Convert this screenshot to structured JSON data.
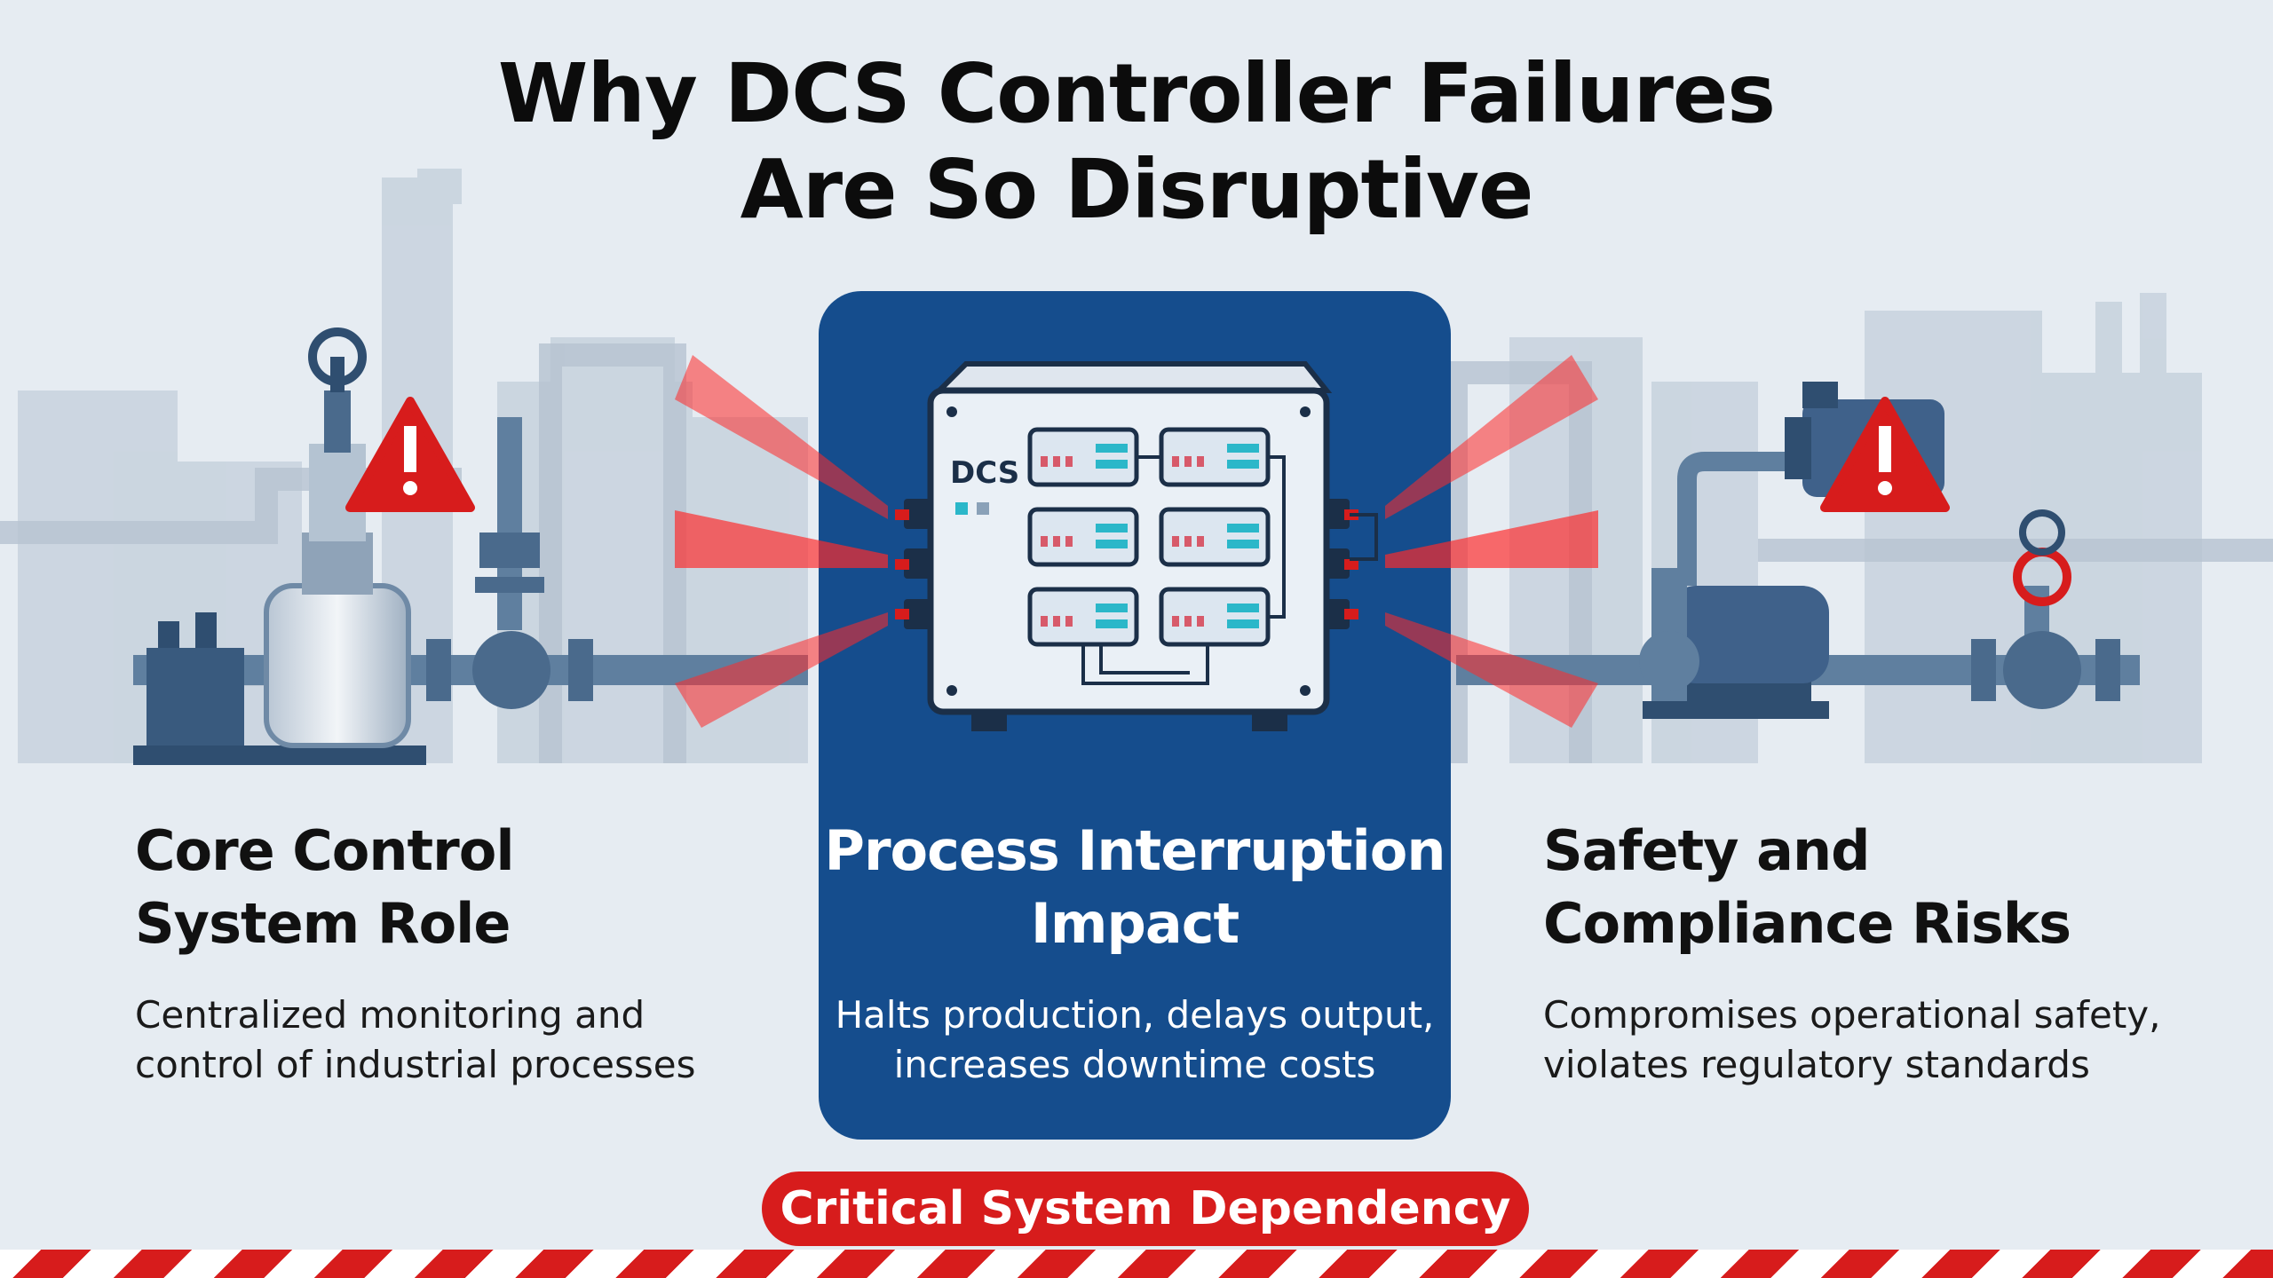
{
  "title": {
    "line1": "Why DCS Controller Failures",
    "line2": "Are So Disruptive"
  },
  "controller": {
    "label": "DCS"
  },
  "columns": {
    "left": {
      "heading_line1": "Core Control",
      "heading_line2": "System Role",
      "body_line1": "Centralized monitoring and",
      "body_line2": "control of industrial processes"
    },
    "center": {
      "heading_line1": "Process Interruption",
      "heading_line2": "Impact",
      "body_line1": "Halts production, delays output,",
      "body_line2": "increases downtime costs"
    },
    "right": {
      "heading_line1": "Safety and",
      "heading_line2": "Compliance Risks",
      "body_line1": "Compromises operational safety,",
      "body_line2": "violates regulatory standards"
    }
  },
  "banner": {
    "label": "Critical System Dependency"
  },
  "colors": {
    "accent_blue": "#154d8d",
    "alert_red": "#d71c1c",
    "background": "#e6ecf2"
  }
}
